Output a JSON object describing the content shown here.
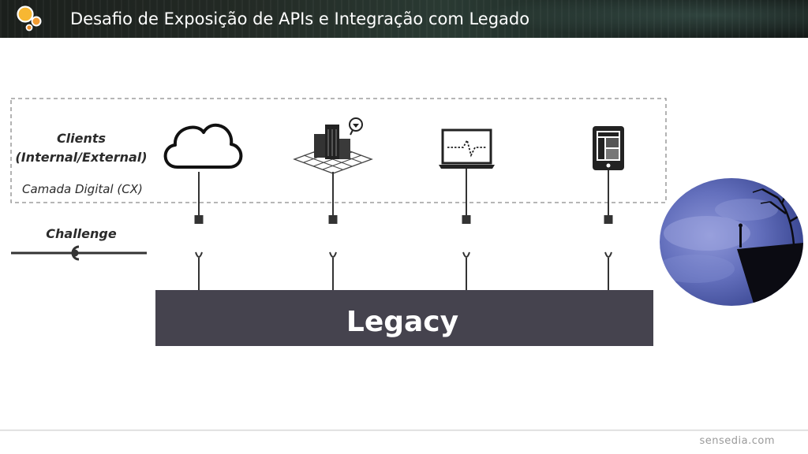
{
  "slide": {
    "title": "Desafio de Exposição de APIs e Integração com Legado",
    "footer_brand": "sensedia.com"
  },
  "diagram": {
    "clients_label_line1": "Clients",
    "clients_label_line2": "(Internal/External)",
    "digital_layer_label": "Camada Digital (CX)",
    "challenge_label": "Challenge",
    "legacy_label": "Legacy",
    "client_icons": [
      "cloud-icon",
      "building-icon",
      "laptop-icon",
      "tablet-icon"
    ]
  },
  "colors": {
    "header_bg": "#1b1f1c",
    "brand_orange": "#f5a623",
    "legacy_box": "#45434e",
    "connector": "#333333",
    "dashed_border": "#8a8a8a",
    "sky": "#5b6bb5"
  }
}
